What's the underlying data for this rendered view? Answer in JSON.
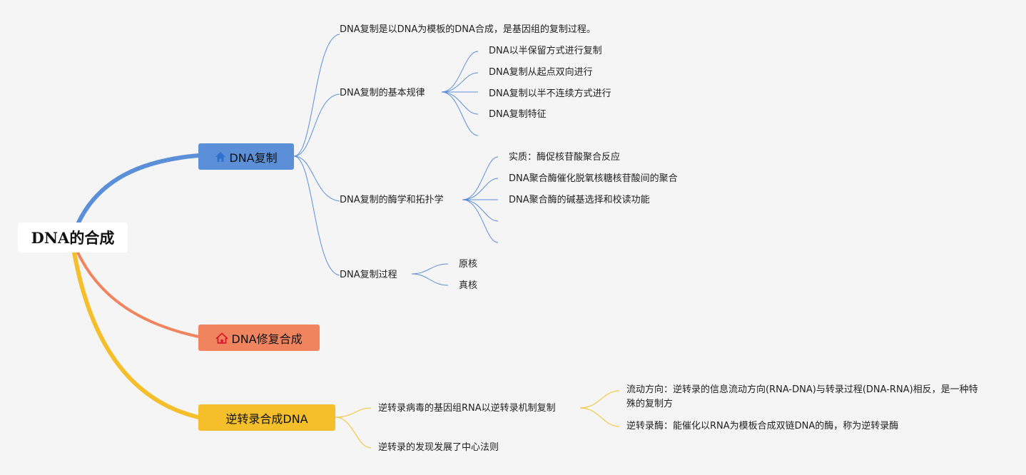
{
  "root": {
    "label": "DNA的合成"
  },
  "branches": {
    "replication": {
      "label": "DNA复制",
      "icon": "home-icon",
      "color": "#5b8fd8",
      "items": [
        {
          "label": "DNA复制是以DNA为模板的DNA合成，是基因组的复制过程。"
        },
        {
          "label": "DNA复制的基本规律",
          "children": [
            "DNA以半保留方式进行复制",
            "DNA复制从起点双向进行",
            "DNA复制以半不连续方式进行",
            "DNA复制特征"
          ]
        },
        {
          "label": "DNA复制的酶学和拓扑学",
          "children": [
            "实质：酶促核苷酸聚合反应",
            "DNA聚合酶催化脱氧核糖核苷酸间的聚合",
            "DNA聚合酶的碱基选择和校读功能"
          ]
        },
        {
          "label": "DNA复制过程",
          "children": [
            "原核",
            "真核"
          ]
        }
      ]
    },
    "repair": {
      "label": "DNA修复合成",
      "icon": "house-icon",
      "color": "#f0845f"
    },
    "reverse": {
      "label": "逆转录合成DNA",
      "color": "#f4bf2a",
      "items": [
        {
          "label": "逆转录病毒的基因组RNA以逆转录机制复制",
          "children": [
            "流动方向：逆转录的信息流动方向(RNA-DNA)与转录过程(DNA-RNA)相反，是一种特殊的复制方",
            "逆转录酶：能催化以RNA为模板合成双链DNA的酶，称为逆转录酶"
          ]
        },
        {
          "label": "逆转录的发现发展了中心法则"
        }
      ]
    }
  }
}
